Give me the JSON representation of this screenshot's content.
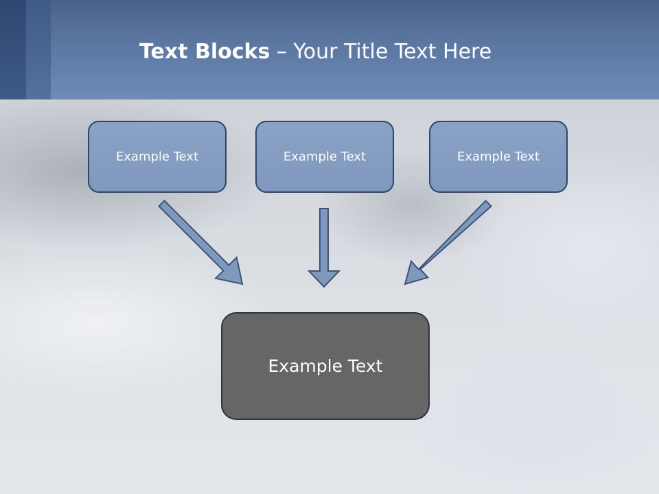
{
  "slide": {
    "title_bold": "Text Blocks",
    "title_dash": "–",
    "title_rest": "Your Title Text Here"
  },
  "diagram": {
    "top_boxes": [
      {
        "label": "Example Text"
      },
      {
        "label": "Example Text"
      },
      {
        "label": "Example Text"
      }
    ],
    "bottom_box": {
      "label": "Example Text"
    },
    "colors": {
      "header": "#6f8bb6",
      "box_fill": "#8aa2c4",
      "box_border": "#2f4466",
      "center_fill": "#666666",
      "arrow_fill": "#7f99bd"
    }
  }
}
